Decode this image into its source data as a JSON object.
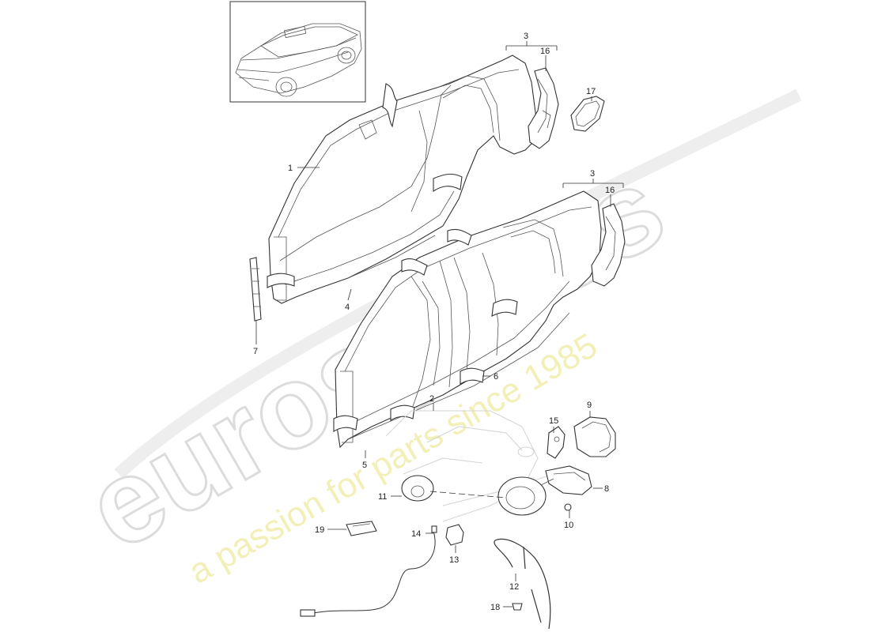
{
  "watermark": {
    "logo": "eurospares",
    "tagline": "a passion for parts since 1985"
  },
  "callouts": [
    {
      "id": "c1",
      "label": "1"
    },
    {
      "id": "c2",
      "label": "2"
    },
    {
      "id": "c3a",
      "label": "3"
    },
    {
      "id": "c3b",
      "label": "3"
    },
    {
      "id": "c4",
      "label": "4"
    },
    {
      "id": "c5",
      "label": "5"
    },
    {
      "id": "c6",
      "label": "6"
    },
    {
      "id": "c7",
      "label": "7"
    },
    {
      "id": "c8",
      "label": "8"
    },
    {
      "id": "c9",
      "label": "9"
    },
    {
      "id": "c10",
      "label": "10"
    },
    {
      "id": "c11",
      "label": "11"
    },
    {
      "id": "c12",
      "label": "12"
    },
    {
      "id": "c13",
      "label": "13"
    },
    {
      "id": "c14",
      "label": "14"
    },
    {
      "id": "c15",
      "label": "15"
    },
    {
      "id": "c16a",
      "label": "16"
    },
    {
      "id": "c16b",
      "label": "16"
    },
    {
      "id": "c17",
      "label": "17"
    },
    {
      "id": "c18",
      "label": "18"
    },
    {
      "id": "c19",
      "label": "19"
    }
  ]
}
